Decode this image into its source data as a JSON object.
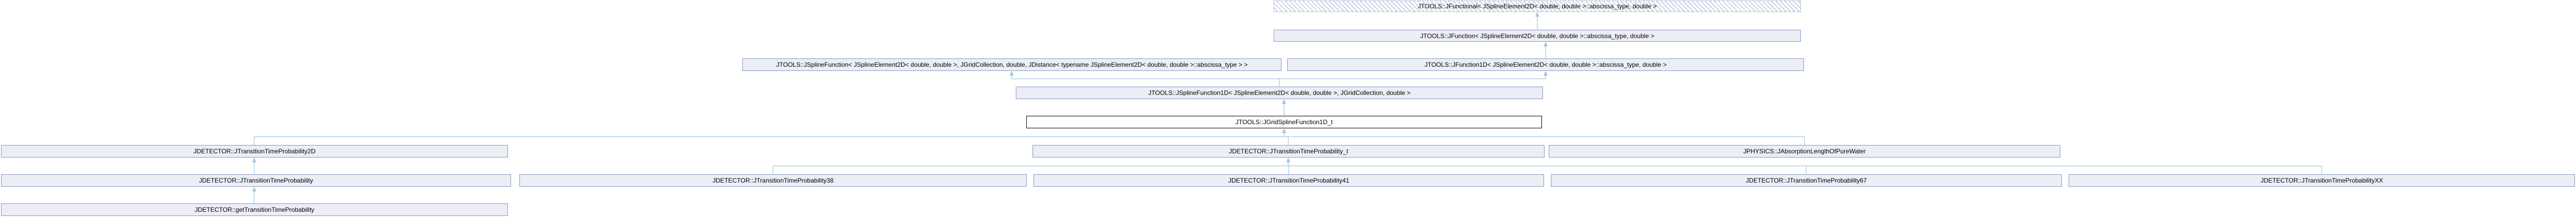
{
  "diagram": {
    "kind": "class-inheritance-graph",
    "colors": {
      "node_fill": "#ECEEF6",
      "node_border": "#8698C6",
      "current_node_border": "#000000",
      "current_node_fill": "#FFFFFF",
      "hatched_stripe": "#CAD3E4",
      "edge": "#A2C8DF",
      "text": "#000000",
      "background": "#FFFFFF"
    },
    "nodes": {
      "jfunctional": {
        "label": "JTOOLS::JFunctional< JSplineElement2D< double, double >::abscissa_type, double >",
        "style": "template-hatched"
      },
      "jfunction": {
        "label": "JTOOLS::JFunction< JSplineElement2D< double, double >::abscissa_type, double >",
        "style": "normal"
      },
      "jsplinefunction": {
        "label": "JTOOLS::JSplineFunction< JSplineElement2D< double, double >, JGridCollection, double, JDistance< typename JSplineElement2D< double, double >::abscissa_type > >",
        "style": "normal"
      },
      "jfunction1d": {
        "label": "JTOOLS::JFunction1D< JSplineElement2D< double, double >::abscissa_type, double >",
        "style": "normal"
      },
      "jsplinefunction1d": {
        "label": "JTOOLS::JSplineFunction1D< JSplineElement2D< double, double >, JGridCollection, double >",
        "style": "normal"
      },
      "jgridsplinefunction1d_t": {
        "label": "JTOOLS::JGridSplineFunction1D_t",
        "style": "current-class"
      },
      "ttp2d": {
        "label": "JDETECTOR::JTransitionTimeProbability2D",
        "style": "normal"
      },
      "ttp_t": {
        "label": "JDETECTOR::JTransitionTimeProbability_t",
        "style": "normal"
      },
      "absorption": {
        "label": "JPHYSICS::JAbsorptionLengthOfPureWater",
        "style": "normal"
      },
      "ttp": {
        "label": "JDETECTOR::JTransitionTimeProbability",
        "style": "normal"
      },
      "ttp38": {
        "label": "JDETECTOR::JTransitionTimeProbability38",
        "style": "normal"
      },
      "ttp41": {
        "label": "JDETECTOR::JTransitionTimeProbability41",
        "style": "normal"
      },
      "ttp67": {
        "label": "JDETECTOR::JTransitionTimeProbability67",
        "style": "normal"
      },
      "ttpxx": {
        "label": "JDETECTOR::JTransitionTimeProbabilityXX",
        "style": "normal"
      },
      "getttp": {
        "label": "JDETECTOR::getTransitionTimeProbability",
        "style": "normal"
      }
    },
    "edges": [
      {
        "from": "jfunction",
        "to": "jfunctional"
      },
      {
        "from": "jfunction1d",
        "to": "jfunction"
      },
      {
        "from": "jsplinefunction1d",
        "to": "jsplinefunction"
      },
      {
        "from": "jsplinefunction1d",
        "to": "jfunction1d"
      },
      {
        "from": "jgridsplinefunction1d_t",
        "to": "jsplinefunction1d"
      },
      {
        "from": "ttp2d",
        "to": "jgridsplinefunction1d_t"
      },
      {
        "from": "ttp_t",
        "to": "jgridsplinefunction1d_t"
      },
      {
        "from": "absorption",
        "to": "jgridsplinefunction1d_t"
      },
      {
        "from": "ttp",
        "to": "ttp2d"
      },
      {
        "from": "ttp38",
        "to": "ttp_t"
      },
      {
        "from": "ttp41",
        "to": "ttp_t"
      },
      {
        "from": "ttp67",
        "to": "ttp_t"
      },
      {
        "from": "ttpxx",
        "to": "ttp_t"
      },
      {
        "from": "getttp",
        "to": "ttp"
      }
    ]
  }
}
